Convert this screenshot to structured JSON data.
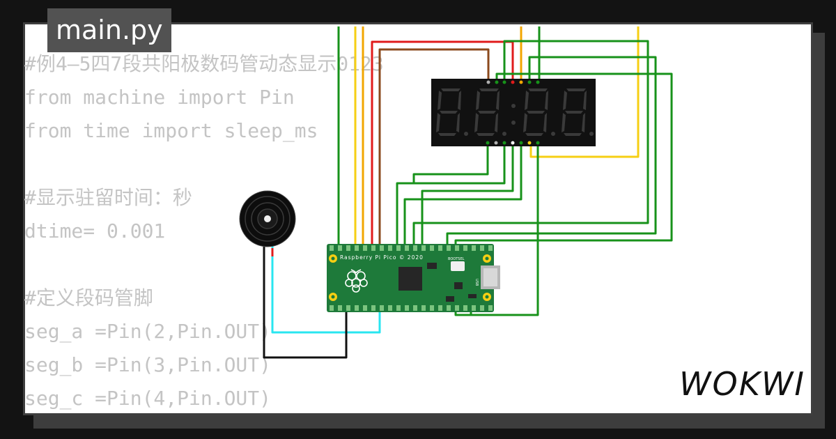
{
  "editor": {
    "file_tab": "main.py",
    "code_lines": [
      "#例4—5四7段共阳极数码管动态显示0123",
      "from machine import Pin",
      "from time import sleep_ms",
      "",
      "#显示驻留时间：秒",
      "dtime= 0.001",
      "",
      "#定义段码管脚",
      "seg_a =Pin(2,Pin.OUT)",
      "seg_b =Pin(3,Pin.OUT)",
      "seg_c =Pin(4,Pin.OUT)"
    ]
  },
  "board": {
    "name": "Raspberry Pi Pico © 2020",
    "bootsel_label": "BOOTSEL",
    "usb_label": "USB"
  },
  "display": {
    "type": "4-digit 7-segment display"
  },
  "brand": {
    "logo_text": "WOKWI"
  },
  "colors": {
    "wire_green": "#17921a",
    "wire_yellow": "#f6cf13",
    "wire_orange": "#f2a600",
    "wire_red": "#e01b1b",
    "wire_brown": "#8b4a1c",
    "wire_cyan": "#29e6f0",
    "wire_black": "#111111",
    "pcb_green": "#1e7a3a"
  }
}
